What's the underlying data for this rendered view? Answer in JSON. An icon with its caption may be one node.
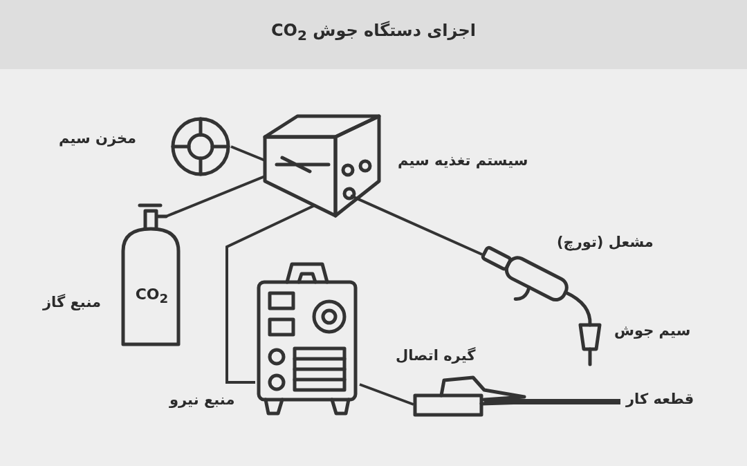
{
  "diagram": {
    "title": "اجزای دستگاه جوش CO$_{2}$",
    "nodes": [
      {
        "text": [],
        "shape": "picture",
        "beside": [
          "مخزن سیم"
        ]
      },
      {
        "text": [],
        "shape": "picture",
        "beside": [
          "سیستم تغذیه سیم"
        ]
      },
      {
        "text": [
          "CO$_{2}$"
        ],
        "beside": [
          "منبع گاز"
        ]
      },
      {
        "text": [],
        "shape": "picture",
        "beside": [
          "مشعل (تورچ)",
          "سیم جوش"
        ]
      },
      {
        "text": [],
        "shape": "picture",
        "beside": [
          "منبع نیرو"
        ]
      },
      {
        "text": [],
        "shape": "picture",
        "beside": [
          "گیره اتصال"
        ]
      },
      {
        "text": [],
        "shape": "bar",
        "beside": [
          "قطعه کار"
        ]
      }
    ],
    "edges": [
      {
        "from": 0,
        "to": 1,
        "arrow": "none"
      },
      {
        "from": 2,
        "to": 1,
        "arrow": "none"
      },
      {
        "from": 1,
        "to": 3,
        "arrow": "none"
      },
      {
        "from": 1,
        "to": 4,
        "arrow": "none"
      },
      {
        "from": 4,
        "to": 5,
        "arrow": "none"
      }
    ]
  }
}
